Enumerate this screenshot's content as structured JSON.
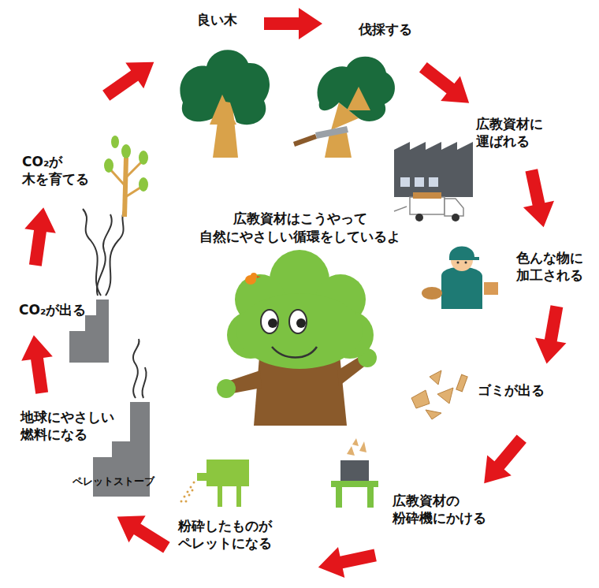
{
  "diagram": {
    "title": "広教資材はこうやって 自然にやさしい循環をしているよ",
    "labels": [
      "良い木",
      "伐採する",
      "広教資材に 運ばれる",
      "色んな物に 加工される",
      "ゴミが出る",
      "広教資材の 粉砕機にかける",
      "粉砕したものが ペレットになる",
      "ペレットストーブ",
      "地球にやさしい 燃料になる",
      "CO₂が出る",
      "CO₂が 木を育てる"
    ]
  }
}
